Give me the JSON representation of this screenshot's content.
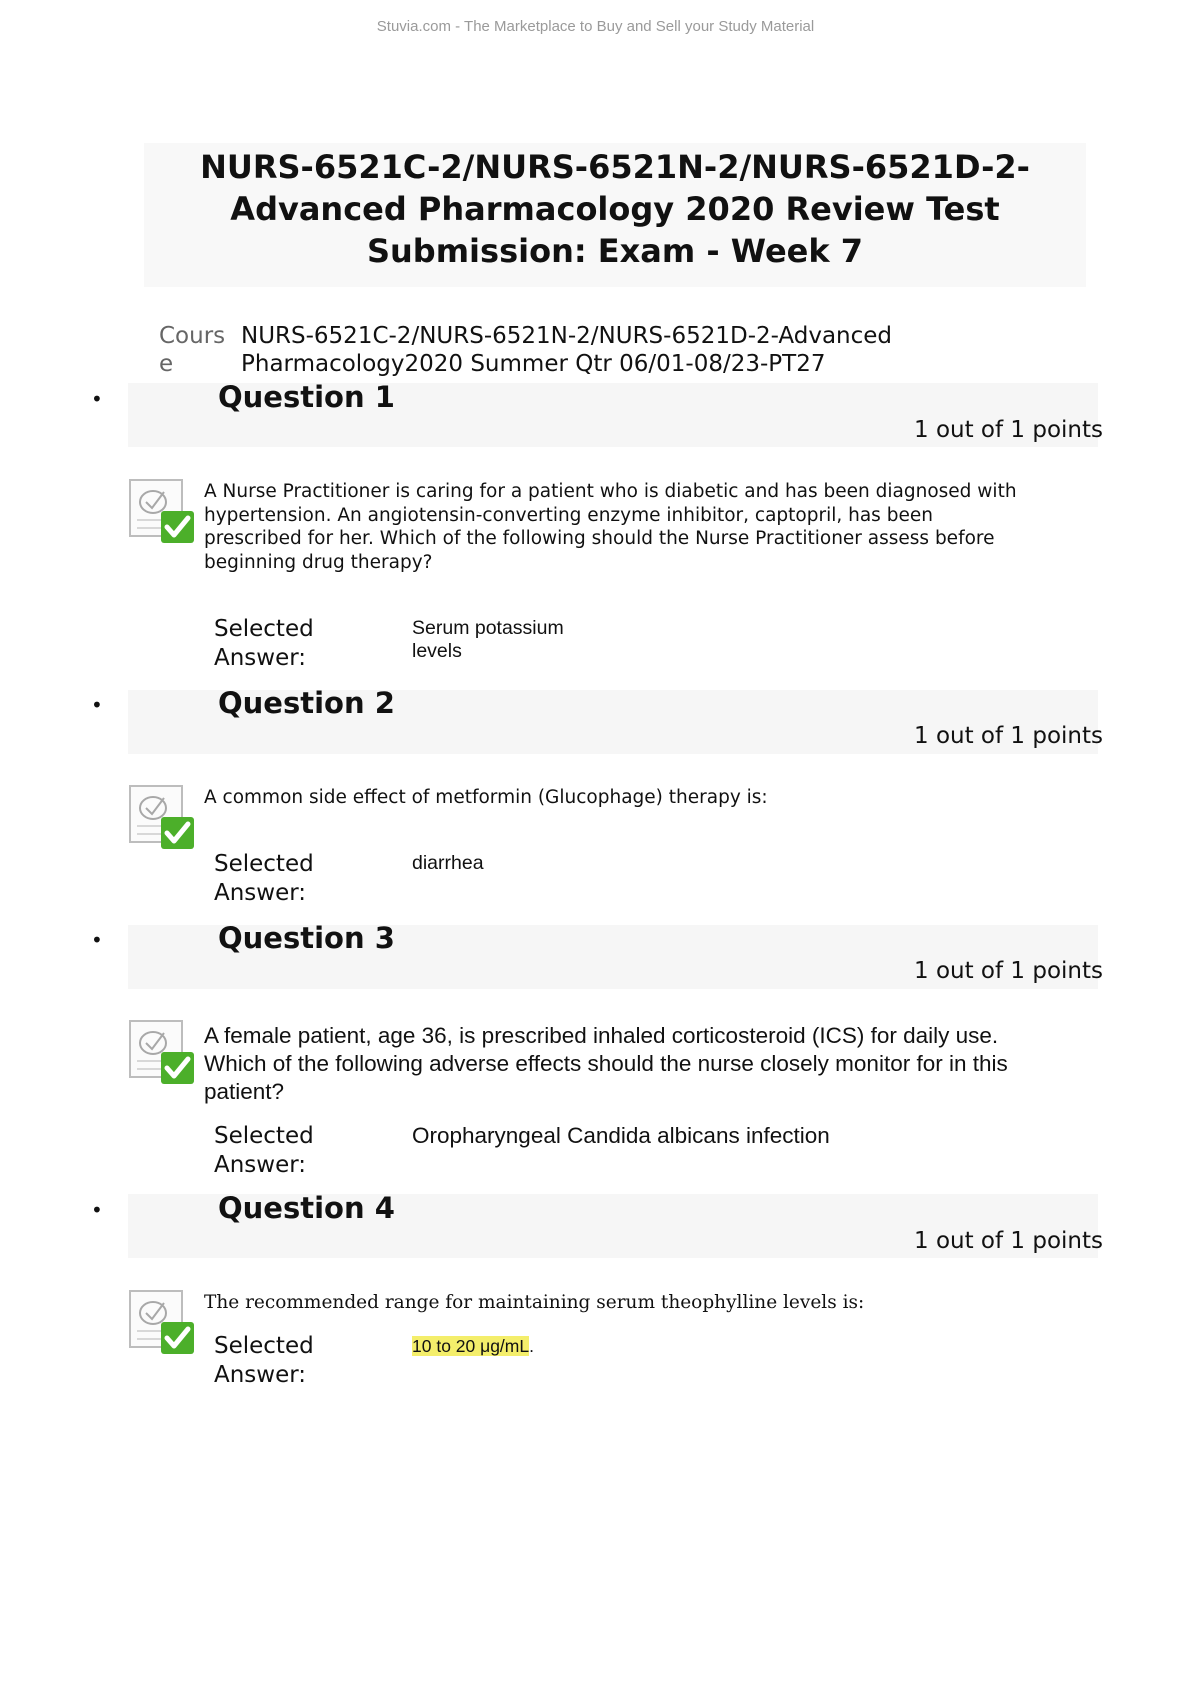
{
  "watermark": "Stuvia.com - The Marketplace to Buy and Sell your Study Material",
  "title": "NURS-6521C-2/NURS-6521N-2/NURS-6521D-2-Advanced Pharmacology 2020 Review Test Submission: Exam - Week 7",
  "course": {
    "label": "Course",
    "value": "NURS-6521C-2/NURS-6521N-2/NURS-6521D-2-Advanced Pharmacology2020 Summer Qtr 06/01-08/23-PT27"
  },
  "bullet": "•",
  "selected_answer_label": "Selected Answer:",
  "questions": [
    {
      "title": "Question 1",
      "points": "1 out of 1 points",
      "text": "A Nurse Practitioner is caring for a patient who is diabetic and has been diagnosed with hypertension. An angiotensin-converting enzyme inhibitor, captopril, has been prescribed for her. Which of the following should the Nurse Practitioner assess before beginning drug therapy?",
      "answer": "Serum potassium levels"
    },
    {
      "title": "Question 2",
      "points": "1 out of 1 points",
      "text": "A common side effect of metformin (Glucophage) therapy is:",
      "answer": "diarrhea"
    },
    {
      "title": "Question 3",
      "points": "1 out of 1 points",
      "text": "A female patient, age 36, is prescribed inhaled corticosteroid (ICS) for daily use. Which of the following adverse effects should the nurse closely monitor for in this patient?",
      "answer": "Oropharyngeal Candida albicans infection"
    },
    {
      "title": "Question 4",
      "points": "1 out of 1 points",
      "text": "The recommended range for maintaining serum theophylline levels is:",
      "answer": "10 to 20 μg/mL",
      "answer_suffix": "."
    }
  ],
  "colors": {
    "highlight": "#f4ee6b",
    "check_green": "#4caf2a"
  }
}
